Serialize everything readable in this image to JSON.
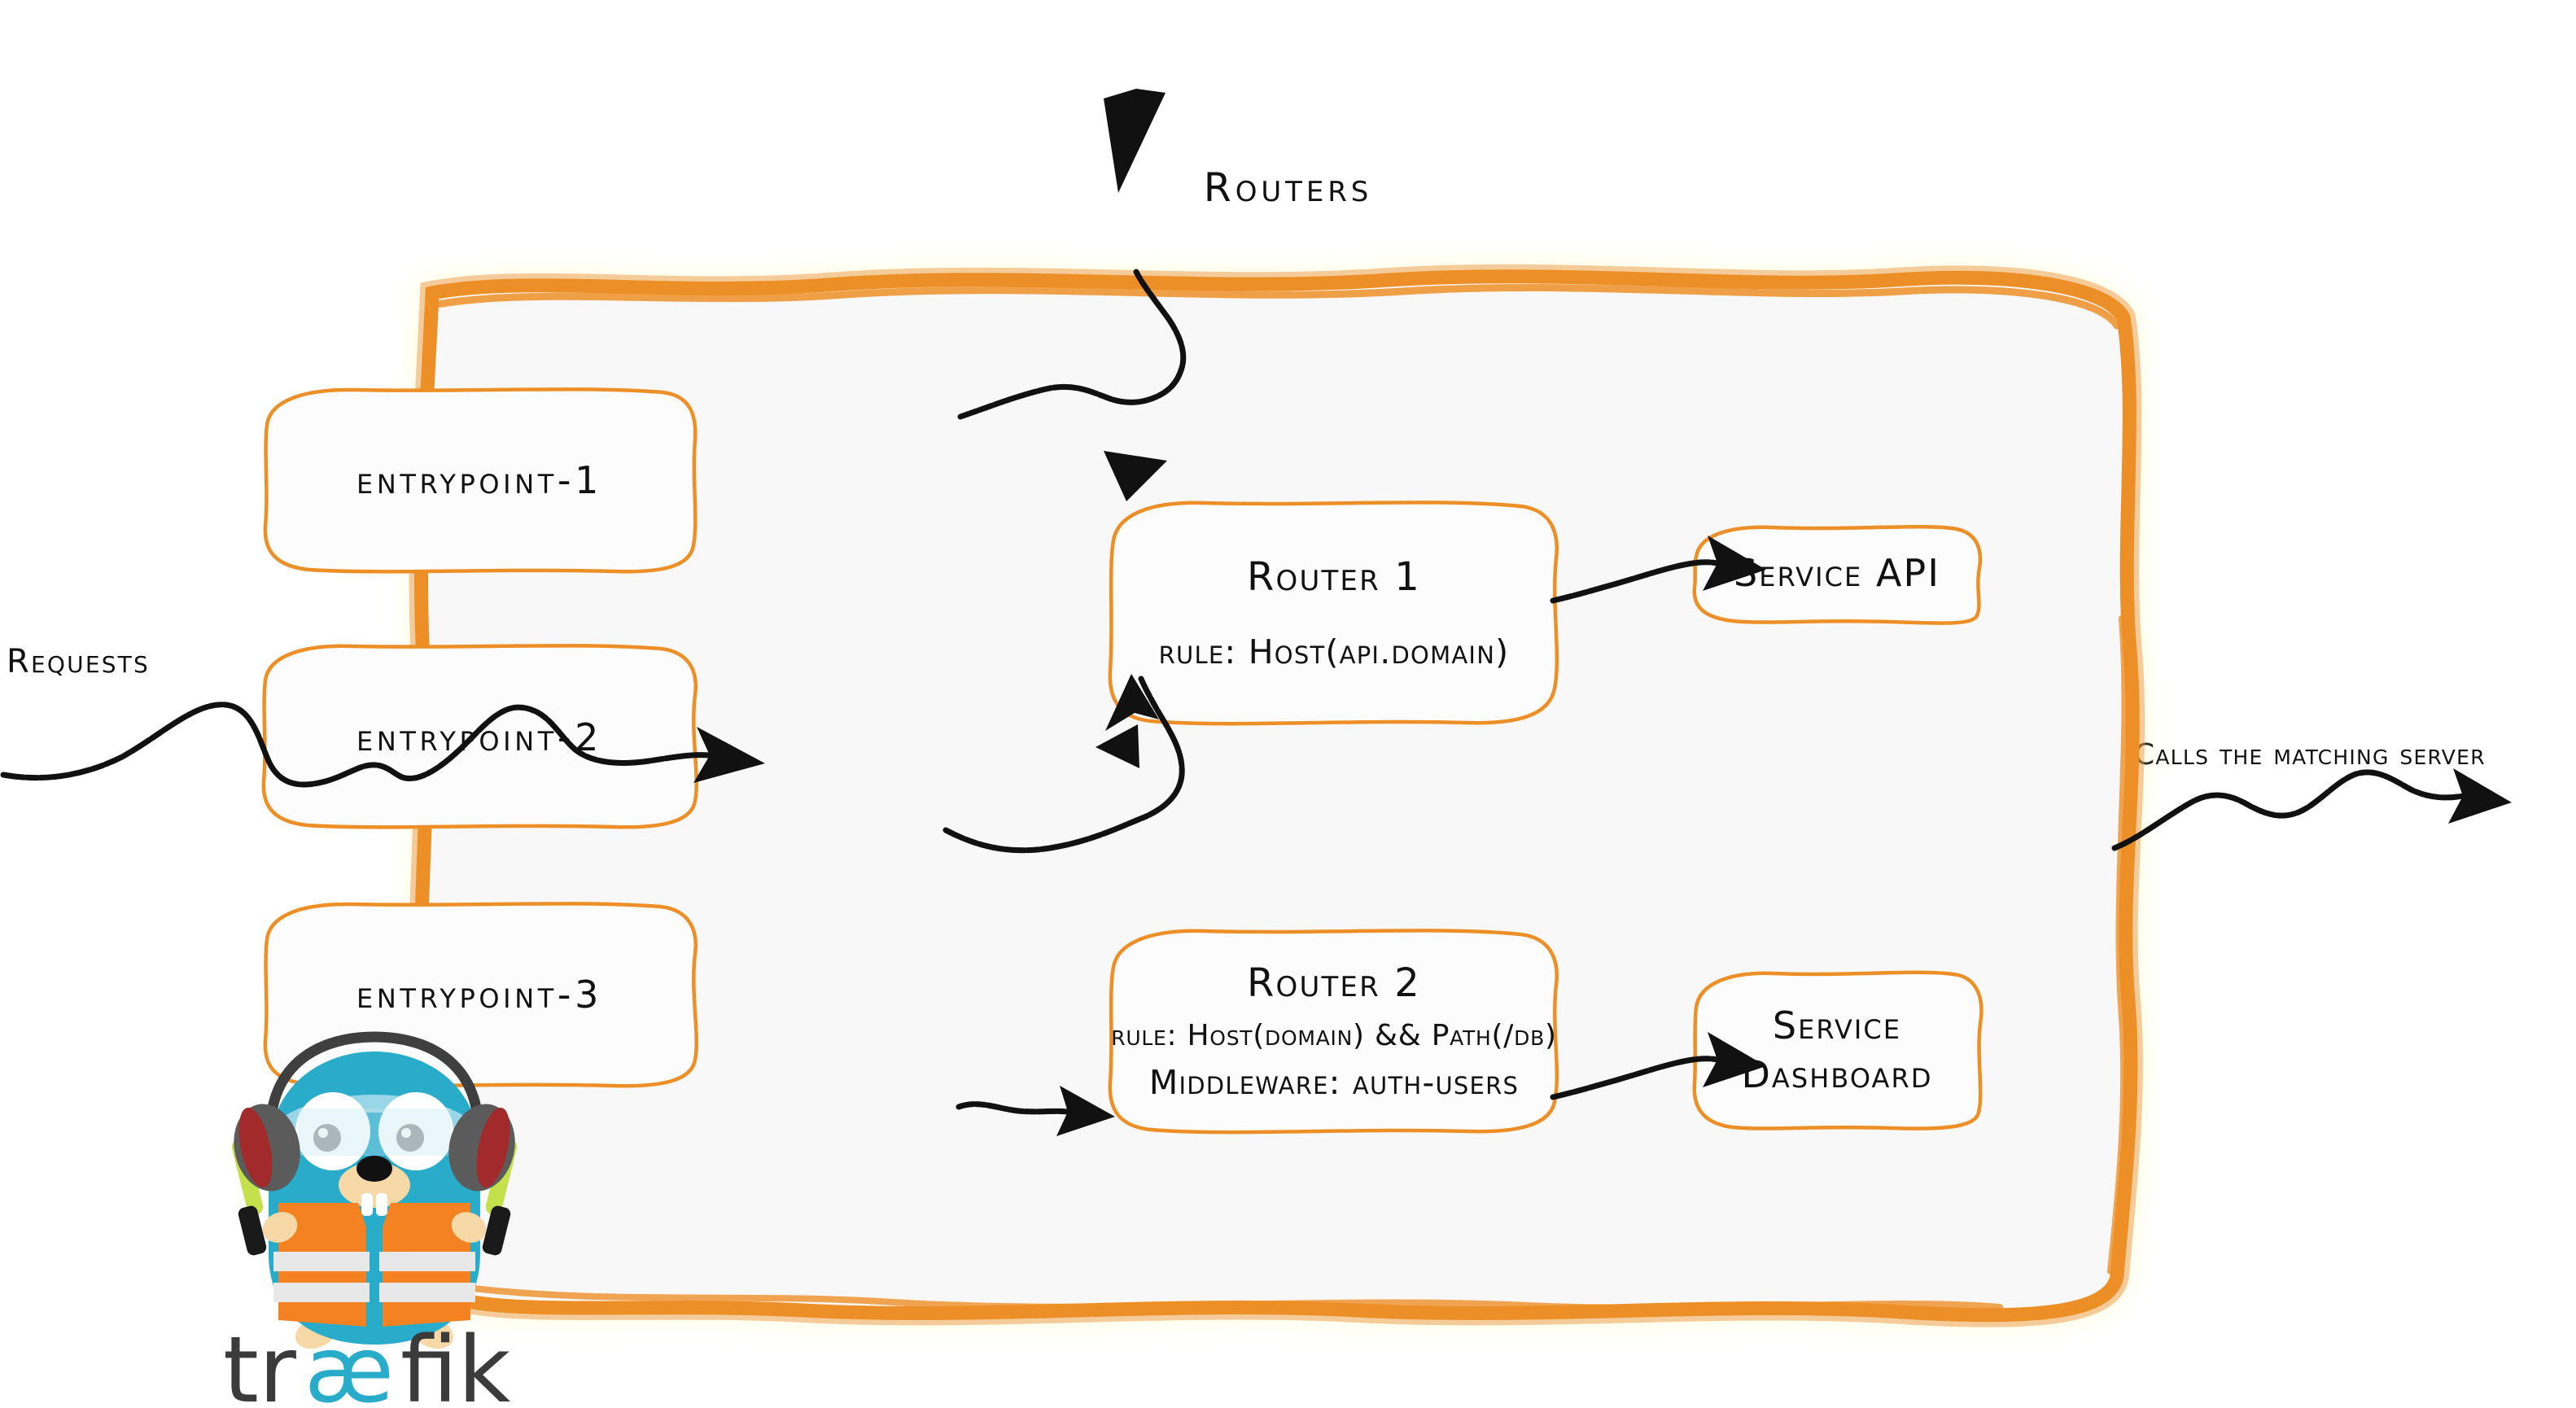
{
  "diagram": {
    "title": "Routers",
    "accent_color": "#ED8F27",
    "container_fill": "#F8F8F8",
    "ink_color": "#111111"
  },
  "edge_labels": {
    "incoming": "Requests",
    "outgoing": "Calls the matching server"
  },
  "entrypoints": [
    {
      "label": "entrypoint-1"
    },
    {
      "label": "entrypoint-2"
    },
    {
      "label": "entrypoint-3"
    }
  ],
  "routers": [
    {
      "name": "Router 1",
      "rule": "rule: Host(api.domain)",
      "middleware": ""
    },
    {
      "name": "Router 2",
      "rule": "rule: Host(domain) && Path(/db)",
      "middleware": "Middleware: auth-users"
    }
  ],
  "services": [
    {
      "line1": "Service API",
      "line2": ""
    },
    {
      "line1": "Service",
      "line2": "Dashboard"
    }
  ],
  "logo": {
    "wordmark_prefix": "tr",
    "wordmark_accent": "æ",
    "wordmark_suffix": "fik",
    "body_color": "#29ABCA",
    "vest_color": "#F58220",
    "wordmark_color": "#3B3B3B",
    "wordmark_accent_color": "#29ABCA"
  }
}
